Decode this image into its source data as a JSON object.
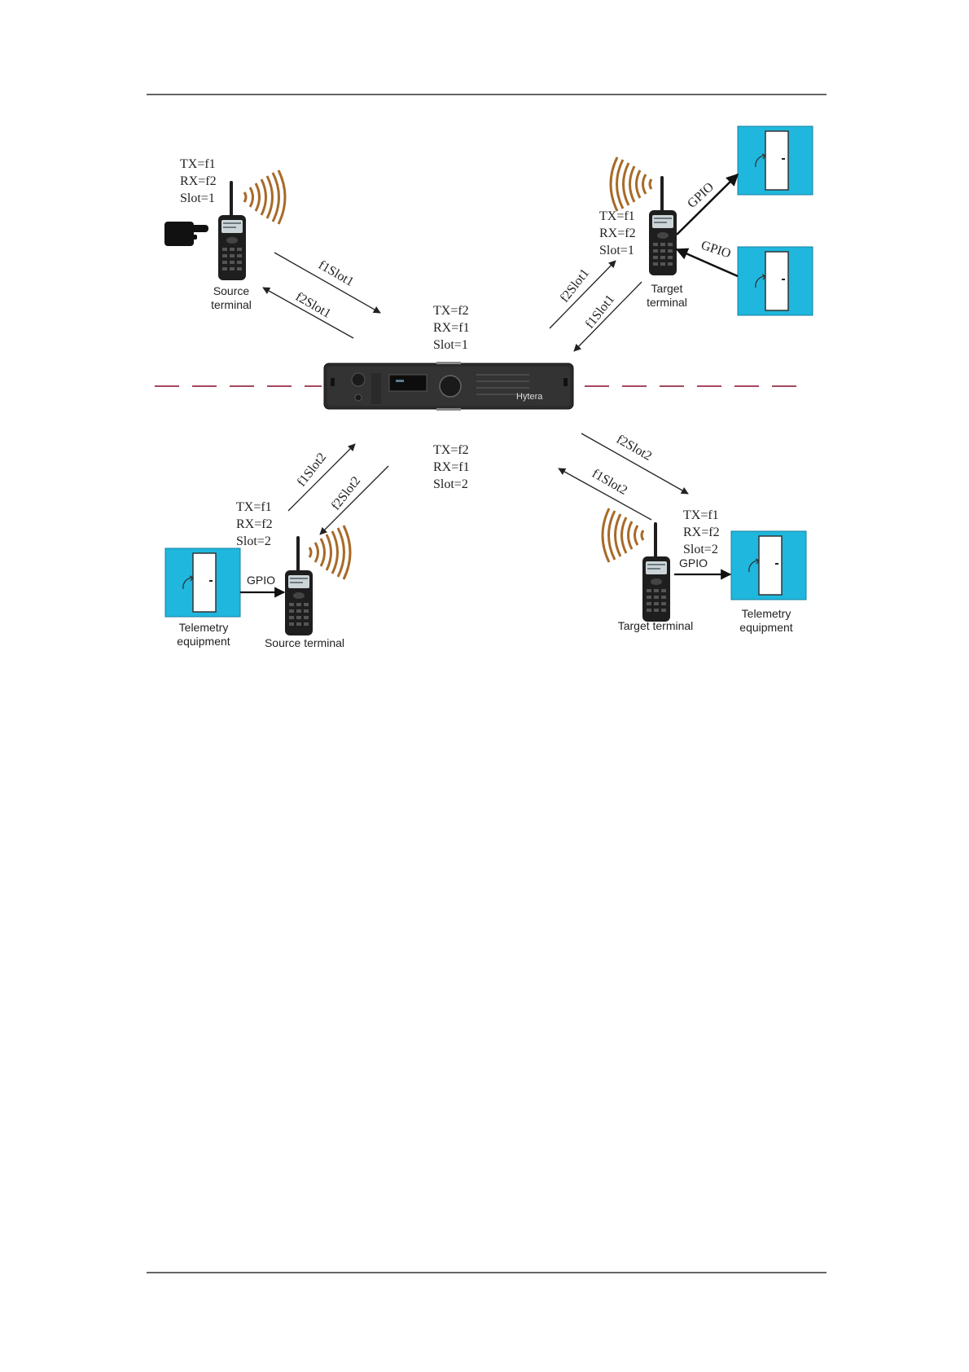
{
  "colors": {
    "equipment_bg": "#1fb7dd",
    "wave": "#a86a28",
    "dashed_line": "#a5475e",
    "rule": "#333333",
    "radio": "#1e1e1e"
  },
  "repeater": {
    "brand": "Hytera",
    "slot1": {
      "tx": "TX=f2",
      "rx": "RX=f1",
      "slot": "Slot=1"
    },
    "slot2": {
      "tx": "TX=f2",
      "rx": "RX=f1",
      "slot": "Slot=2"
    }
  },
  "top_left": {
    "tx": "TX=f1",
    "rx": "RX=f2",
    "slot": "Slot=1",
    "label_line1": "Source",
    "label_line2": "terminal",
    "link_up": "f1Slot1",
    "link_down": "f2Slot1",
    "icon": "pointing-hand-icon"
  },
  "top_right": {
    "tx": "TX=f1",
    "rx": "RX=f2",
    "slot": "Slot=1",
    "label_line1": "Target",
    "label_line2": "terminal",
    "link_up": "f2Slot1",
    "link_down": "f1Slot1",
    "gpio_out": "GPIO",
    "gpio_in": "GPIO"
  },
  "bottom_left": {
    "tx": "TX=f1",
    "rx": "RX=f2",
    "slot": "Slot=2",
    "label": "Source terminal",
    "link_up": "f1Slot2",
    "link_down": "f2Slot2",
    "gpio": "GPIO",
    "equipment_line1": "Telemetry",
    "equipment_line2": "equipment"
  },
  "bottom_right": {
    "tx": "TX=f1",
    "rx": "RX=f2",
    "slot": "Slot=2",
    "label": "Target terminal",
    "link_up": "f2Slot2",
    "link_down": "f1Slot2",
    "gpio": "GPIO",
    "equipment_line1": "Telemetry",
    "equipment_line2": "equipment"
  }
}
